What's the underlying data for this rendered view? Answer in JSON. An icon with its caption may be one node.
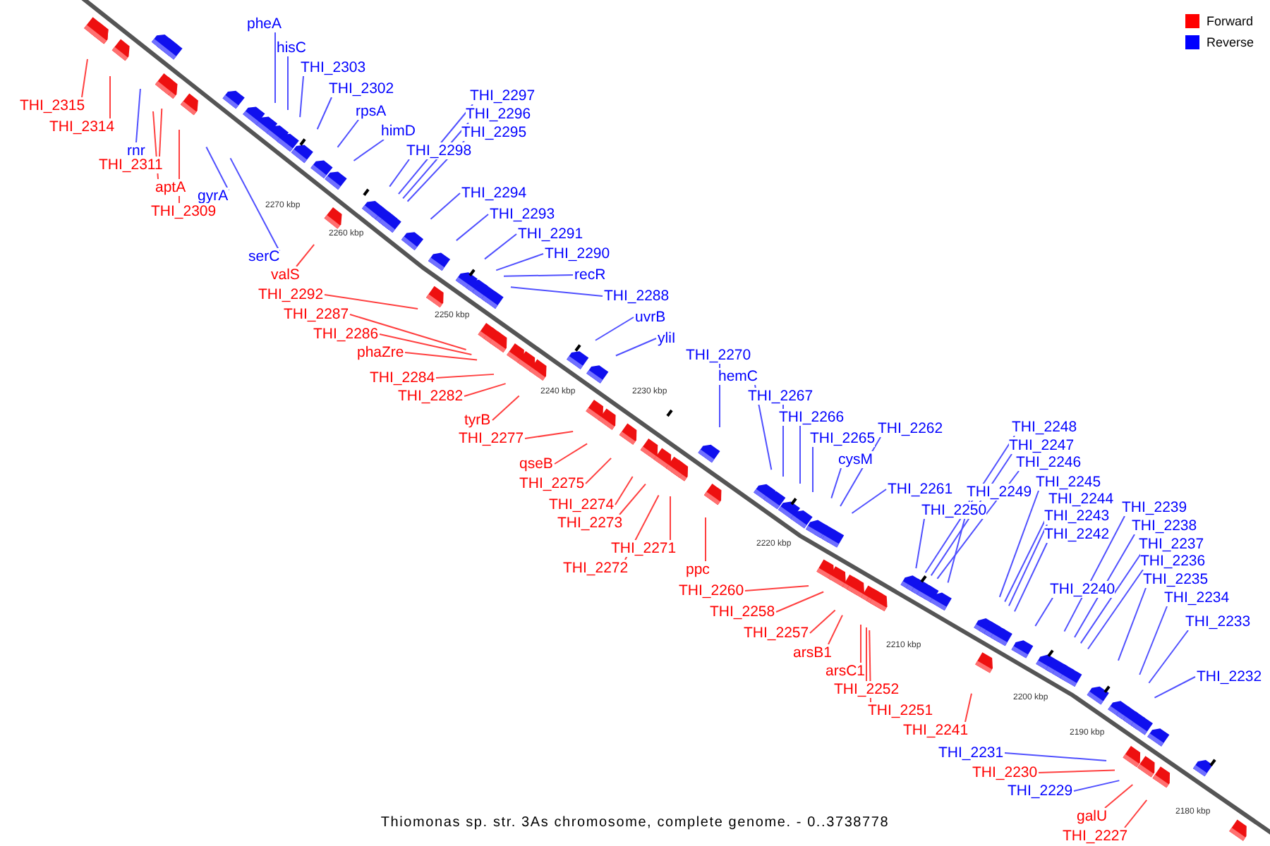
{
  "diagram": {
    "caption": "Thiomonas sp. str. 3As chromosome, complete genome. - 0..3738778",
    "nodes": [
      {
        "text": [
          "pheA"
        ]
      },
      {
        "text": [
          "hisC"
        ]
      },
      {
        "text": [
          "THI_2303"
        ]
      },
      {
        "text": [
          "THI_2302"
        ]
      },
      {
        "text": [
          "rpsA"
        ]
      },
      {
        "text": [
          "himD"
        ]
      },
      {
        "text": [
          "THI_2297"
        ]
      },
      {
        "text": [
          "THI_2296"
        ]
      },
      {
        "text": [
          "THI_2295"
        ]
      },
      {
        "text": [
          "THI_2298"
        ]
      },
      {
        "text": [
          "THI_2294"
        ]
      },
      {
        "text": [
          "THI_2293"
        ]
      },
      {
        "text": [
          "THI_2291"
        ]
      },
      {
        "text": [
          "THI_2290"
        ]
      },
      {
        "text": [
          "recR"
        ]
      },
      {
        "text": [
          "THI_2288"
        ]
      },
      {
        "text": [
          "uvrB"
        ]
      },
      {
        "text": [
          "yliI"
        ]
      },
      {
        "text": [
          "THI_2270"
        ]
      },
      {
        "text": [
          "hemC"
        ]
      },
      {
        "text": [
          "THI_2267"
        ]
      },
      {
        "text": [
          "THI_2266"
        ]
      },
      {
        "text": [
          "THI_2265"
        ]
      },
      {
        "text": [
          "THI_2262"
        ]
      },
      {
        "text": [
          "cysM"
        ]
      },
      {
        "text": [
          "THI_2261"
        ]
      },
      {
        "text": [
          "THI_2250"
        ]
      },
      {
        "text": [
          "THI_2248"
        ]
      },
      {
        "text": [
          "THI_2247"
        ]
      },
      {
        "text": [
          "THI_2246"
        ]
      },
      {
        "text": [
          "THI_2249"
        ]
      },
      {
        "text": [
          "THI_2245"
        ]
      },
      {
        "text": [
          "THI_2244"
        ]
      },
      {
        "text": [
          "THI_2243"
        ]
      },
      {
        "text": [
          "THI_2242"
        ]
      },
      {
        "text": [
          "THI_2239"
        ]
      },
      {
        "text": [
          "THI_2238"
        ]
      },
      {
        "text": [
          "THI_2237"
        ]
      },
      {
        "text": [
          "THI_2236"
        ]
      },
      {
        "text": [
          "THI_2235"
        ]
      },
      {
        "text": [
          "THI_2240"
        ]
      },
      {
        "text": [
          "THI_2234"
        ]
      },
      {
        "text": [
          "THI_2233"
        ]
      },
      {
        "text": [
          "THI_2232"
        ]
      },
      {
        "text": [
          "THI_2231"
        ]
      },
      {
        "text": [
          "THI_2229"
        ]
      },
      {
        "text": [
          "rnr"
        ]
      },
      {
        "text": [
          "gyrA"
        ]
      },
      {
        "text": [
          "serC"
        ]
      },
      {
        "text": [
          "THI_2315"
        ]
      },
      {
        "text": [
          "THI_2314"
        ]
      },
      {
        "text": [
          "THI_2311"
        ]
      },
      {
        "text": [
          "aptA"
        ]
      },
      {
        "text": [
          "THI_2309"
        ]
      },
      {
        "text": [
          "valS"
        ]
      },
      {
        "text": [
          "THI_2292"
        ]
      },
      {
        "text": [
          "THI_2287"
        ]
      },
      {
        "text": [
          "THI_2286"
        ]
      },
      {
        "text": [
          "phaZre"
        ]
      },
      {
        "text": [
          "THI_2284"
        ]
      },
      {
        "text": [
          "THI_2282"
        ]
      },
      {
        "text": [
          "tyrB"
        ]
      },
      {
        "text": [
          "THI_2277"
        ]
      },
      {
        "text": [
          "qseB"
        ]
      },
      {
        "text": [
          "THI_2275"
        ]
      },
      {
        "text": [
          "THI_2274"
        ]
      },
      {
        "text": [
          "THI_2273"
        ]
      },
      {
        "text": [
          "THI_2271"
        ]
      },
      {
        "text": [
          "THI_2272"
        ]
      },
      {
        "text": [
          "ppc"
        ]
      },
      {
        "text": [
          "THI_2260"
        ]
      },
      {
        "text": [
          "THI_2258"
        ]
      },
      {
        "text": [
          "THI_2257"
        ]
      },
      {
        "text": [
          "arsB1"
        ]
      },
      {
        "text": [
          "arsC1"
        ]
      },
      {
        "text": [
          "THI_2252"
        ]
      },
      {
        "text": [
          "THI_2251"
        ]
      },
      {
        "text": [
          "THI_2241"
        ]
      },
      {
        "text": [
          "THI_2230"
        ]
      },
      {
        "text": [
          "galU"
        ]
      },
      {
        "text": [
          "THI_2227"
        ]
      }
    ],
    "edges": [
      {
        "from": 0,
        "to": null,
        "arrow": "none"
      },
      {
        "from": 1,
        "to": null,
        "arrow": "none"
      },
      {
        "from": 2,
        "to": null,
        "arrow": "none"
      },
      {
        "from": 3,
        "to": null,
        "arrow": "none"
      },
      {
        "from": 4,
        "to": null,
        "arrow": "none"
      },
      {
        "from": 5,
        "to": null,
        "arrow": "none"
      },
      {
        "from": 6,
        "to": null,
        "arrow": "none"
      },
      {
        "from": 7,
        "to": null,
        "arrow": "none"
      },
      {
        "from": 8,
        "to": null,
        "arrow": "none"
      },
      {
        "from": 9,
        "to": null,
        "arrow": "none"
      },
      {
        "from": 10,
        "to": null,
        "arrow": "none"
      },
      {
        "from": 11,
        "to": null,
        "arrow": "none"
      },
      {
        "from": 12,
        "to": null,
        "arrow": "none"
      },
      {
        "from": 13,
        "to": null,
        "arrow": "none"
      },
      {
        "from": 14,
        "to": null,
        "arrow": "none"
      },
      {
        "from": 15,
        "to": null,
        "arrow": "none"
      },
      {
        "from": 16,
        "to": null,
        "arrow": "none"
      },
      {
        "from": 17,
        "to": null,
        "arrow": "none"
      },
      {
        "from": 18,
        "to": null,
        "arrow": "none"
      },
      {
        "from": 19,
        "to": null,
        "arrow": "none"
      },
      {
        "from": 20,
        "to": null,
        "arrow": "none"
      },
      {
        "from": 21,
        "to": null,
        "arrow": "none"
      },
      {
        "from": 22,
        "to": null,
        "arrow": "none"
      },
      {
        "from": 23,
        "to": null,
        "arrow": "none"
      },
      {
        "from": 24,
        "to": null,
        "arrow": "none"
      },
      {
        "from": 25,
        "to": null,
        "arrow": "none"
      },
      {
        "from": 26,
        "to": null,
        "arrow": "none"
      },
      {
        "from": 27,
        "to": null,
        "arrow": "none"
      },
      {
        "from": 28,
        "to": null,
        "arrow": "none"
      },
      {
        "from": 29,
        "to": null,
        "arrow": "none"
      },
      {
        "from": 30,
        "to": null,
        "arrow": "none"
      },
      {
        "from": 31,
        "to": null,
        "arrow": "none"
      },
      {
        "from": 32,
        "to": null,
        "arrow": "none"
      },
      {
        "from": 33,
        "to": null,
        "arrow": "none"
      },
      {
        "from": 34,
        "to": null,
        "arrow": "none"
      },
      {
        "from": 35,
        "to": null,
        "arrow": "none"
      },
      {
        "from": 36,
        "to": null,
        "arrow": "none"
      },
      {
        "from": 37,
        "to": null,
        "arrow": "none"
      },
      {
        "from": 38,
        "to": null,
        "arrow": "none"
      },
      {
        "from": 39,
        "to": null,
        "arrow": "none"
      },
      {
        "from": 40,
        "to": null,
        "arrow": "none"
      },
      {
        "from": 41,
        "to": null,
        "arrow": "none"
      },
      {
        "from": 42,
        "to": null,
        "arrow": "none"
      },
      {
        "from": 43,
        "to": null,
        "arrow": "none"
      },
      {
        "from": 44,
        "to": null,
        "arrow": "none"
      },
      {
        "from": 45,
        "to": null,
        "arrow": "none"
      },
      {
        "from": 46,
        "to": null,
        "arrow": "none"
      },
      {
        "from": 47,
        "to": null,
        "arrow": "none"
      },
      {
        "from": 48,
        "to": null,
        "arrow": "none"
      },
      {
        "from": 49,
        "to": null,
        "arrow": "none",
        "color": "#ff4040"
      },
      {
        "from": 50,
        "to": null,
        "arrow": "none",
        "color": "#ff4040"
      },
      {
        "from": 51,
        "to": null,
        "arrow": "none",
        "color": "#ff4040"
      },
      {
        "from": 52,
        "to": null,
        "arrow": "none",
        "color": "#ff4040"
      },
      {
        "from": 53,
        "to": null,
        "arrow": "none",
        "color": "#ff4040"
      },
      {
        "from": 54,
        "to": null,
        "arrow": "none",
        "color": "#ff4040"
      },
      {
        "from": 55,
        "to": null,
        "arrow": "none",
        "color": "#ff4040"
      },
      {
        "from": 56,
        "to": null,
        "arrow": "none",
        "color": "#ff4040"
      },
      {
        "from": 57,
        "to": null,
        "arrow": "none",
        "color": "#ff4040"
      },
      {
        "from": 58,
        "to": null,
        "arrow": "none",
        "color": "#ff4040"
      },
      {
        "from": 59,
        "to": null,
        "arrow": "none",
        "color": "#ff4040"
      },
      {
        "from": 60,
        "to": null,
        "arrow": "none",
        "color": "#ff4040"
      },
      {
        "from": 61,
        "to": null,
        "arrow": "none",
        "color": "#ff4040"
      },
      {
        "from": 62,
        "to": null,
        "arrow": "none",
        "color": "#ff4040"
      },
      {
        "from": 63,
        "to": null,
        "arrow": "none",
        "color": "#ff4040"
      },
      {
        "from": 64,
        "to": null,
        "arrow": "none",
        "color": "#ff4040"
      },
      {
        "from": 65,
        "to": null,
        "arrow": "none",
        "color": "#ff4040"
      },
      {
        "from": 66,
        "to": null,
        "arrow": "none",
        "color": "#ff4040"
      },
      {
        "from": 67,
        "to": null,
        "arrow": "none",
        "color": "#ff4040"
      },
      {
        "from": 68,
        "to": null,
        "arrow": "none",
        "color": "#ff4040"
      },
      {
        "from": 69,
        "to": null,
        "arrow": "none",
        "color": "#ff4040"
      },
      {
        "from": 70,
        "to": null,
        "arrow": "none",
        "color": "#ff4040"
      },
      {
        "from": 71,
        "to": null,
        "arrow": "none",
        "color": "#ff4040"
      },
      {
        "from": 72,
        "to": null,
        "arrow": "none",
        "color": "#ff4040"
      },
      {
        "from": 73,
        "to": null,
        "arrow": "none",
        "color": "#ff4040"
      },
      {
        "from": 74,
        "to": null,
        "arrow": "none",
        "color": "#ff4040"
      },
      {
        "from": 75,
        "to": null,
        "arrow": "none",
        "color": "#ff4040"
      },
      {
        "from": 76,
        "to": null,
        "arrow": "none",
        "color": "#ff4040"
      },
      {
        "from": 77,
        "to": null,
        "arrow": "none",
        "color": "#ff4040"
      },
      {
        "from": 78,
        "to": null,
        "arrow": "none",
        "color": "#ff4040"
      },
      {
        "from": 79,
        "to": null,
        "arrow": "none",
        "color": "#ff4040"
      },
      {
        "from": 80,
        "to": null,
        "arrow": "none",
        "color": "#ff4040"
      }
    ],
    "labels": [
      "2270 kbp",
      "2260 kbp",
      "2250 kbp",
      "2240 kbp",
      "2230 kbp",
      "2220 kbp",
      "2210 kbp",
      "2200 kbp",
      "2190 kbp",
      "2180 kbp"
    ],
    "legend": [
      {
        "text": "Forward",
        "color": "#ff0000"
      },
      {
        "text": "Reverse",
        "color": "#0000ff"
      }
    ]
  }
}
